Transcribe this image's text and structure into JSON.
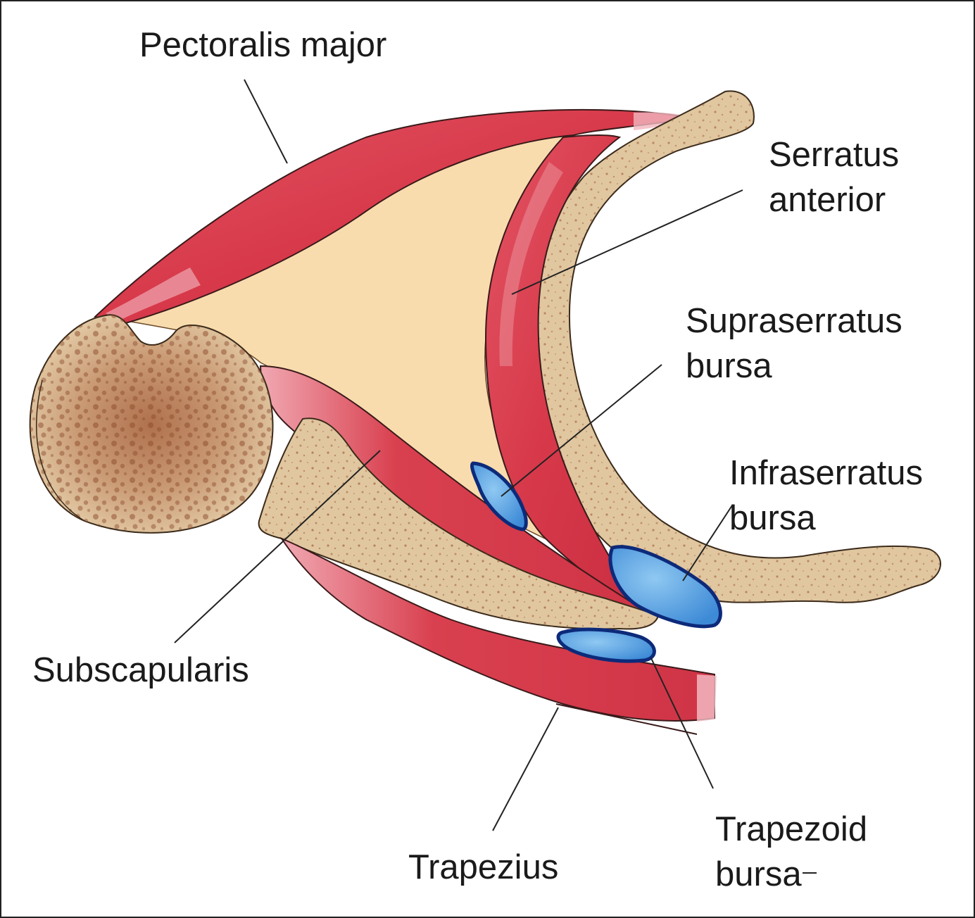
{
  "diagram": {
    "labels": {
      "pectoralis_major": "Pectoralis major",
      "serratus_anterior": {
        "line1": "Serratus",
        "line2": "anterior"
      },
      "supraserratus_bursa": {
        "line1": "Supraserratus",
        "line2": "bursa"
      },
      "infraserratus_bursa": {
        "line1": "Infraserratus",
        "line2": "bursa"
      },
      "subscapularis": "Subscapularis",
      "trapezius": "Trapezius",
      "trapezoid_bursa": {
        "line1": "Trapezoid",
        "line2": "bursa"
      }
    },
    "colors": {
      "muscle": "#d9404f",
      "muscle_light": "#f1a3ad",
      "bone": "#e0c7a0",
      "bone_speckle": "#9c5a3c",
      "fat": "#f9dcae",
      "bursa": "#4a9de0",
      "bursa_outline": "#0d2a7a"
    }
  }
}
